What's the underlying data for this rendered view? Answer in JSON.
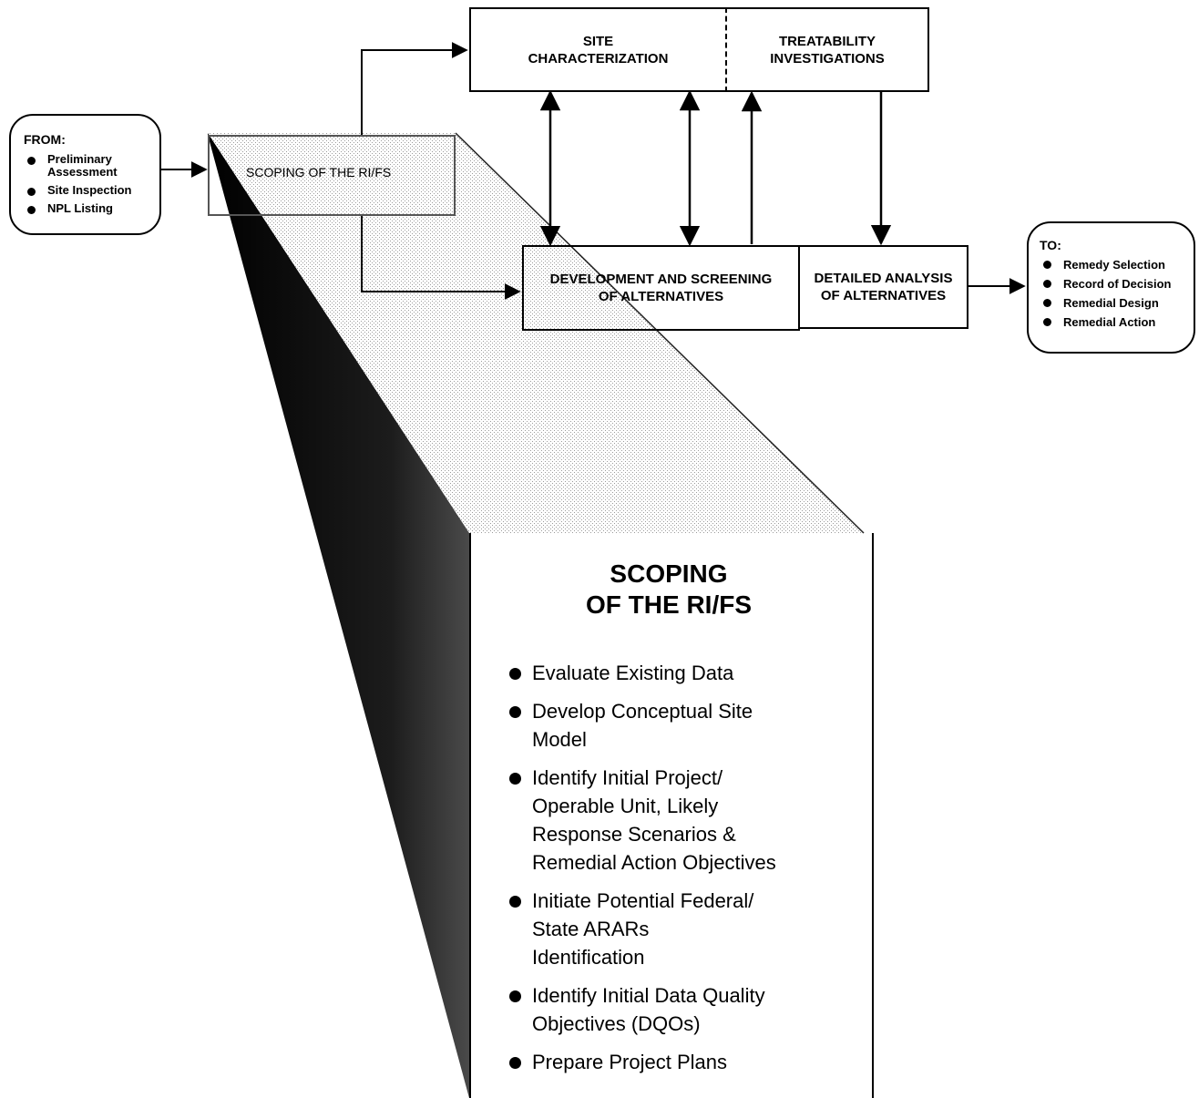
{
  "from": {
    "heading": "FROM:",
    "items": [
      "Preliminary Assessment",
      "Site Inspection",
      "NPL Listing"
    ]
  },
  "to": {
    "heading": "TO:",
    "items": [
      "Remedy Selection",
      "Record of Decision",
      "Remedial Design",
      "Remedial Action"
    ]
  },
  "boxes": {
    "site_characterization": "SITE\nCHARACTERIZATION",
    "treatability": "TREATABILITY\nINVESTIGATIONS",
    "scoping": "SCOPING OF THE RI/FS",
    "development": "DEVELOPMENT AND SCREENING\nOF ALTERNATIVES",
    "detailed": "DETAILED ANALYSIS\nOF ALTERNATIVES"
  },
  "detail": {
    "title": "SCOPING\nOF THE RI/FS",
    "items": [
      "Evaluate Existing Data",
      "Develop Conceptual Site\nModel",
      "Identify Initial Project/\nOperable Unit, Likely\nResponse Scenarios &\nRemedial Action Objectives",
      "Initiate Potential Federal/\nState ARARs\nIdentification",
      "Identify Initial Data Quality\nObjectives (DQOs)",
      "Prepare Project Plans"
    ]
  }
}
